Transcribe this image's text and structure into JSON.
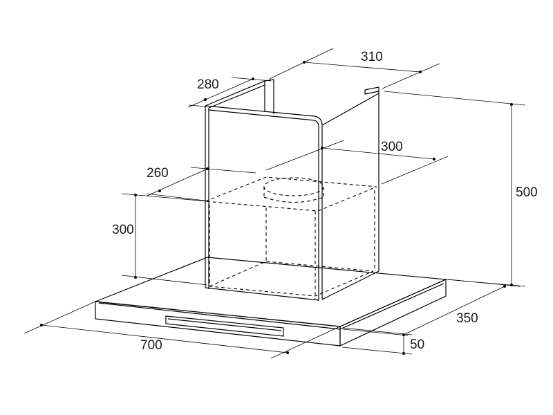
{
  "dimensions": {
    "chimney_width": "310",
    "chimney_depth": "280",
    "height_total": "500",
    "inner_width": "300",
    "inner_depth": "260",
    "inner_height": "300",
    "hood_width": "700",
    "hood_depth": "350",
    "hood_height": "50"
  },
  "colors": {
    "line": "#000000",
    "text": "#1a1a1a",
    "background": "#ffffff"
  }
}
